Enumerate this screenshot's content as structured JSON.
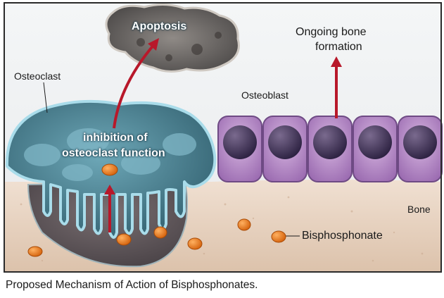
{
  "labels": {
    "apoptosis": "Apoptosis",
    "osteoclast": "Osteoclast",
    "inhibition_line1": "inhibition of",
    "inhibition_line2": "osteoclast function",
    "ongoing_line1": "Ongoing bone",
    "ongoing_line2": "formation",
    "osteoblast": "Osteoblast",
    "bone": "Bone",
    "bisphosphonate": "Bisphosphonate"
  },
  "caption": "Proposed Mechanism of Action of Bisphosphonates.",
  "colors": {
    "background": "#ffffff",
    "border": "#2a2a2a",
    "bone": "#e8d3c0",
    "osteoclast": "#4f8393",
    "osteoclast_outline": "#a9dcea",
    "osteoblast": "#b68bc6",
    "nucleus": "#3c2d55",
    "bisphosphonate": "#e97b1b",
    "arrow": "#b8182a"
  }
}
